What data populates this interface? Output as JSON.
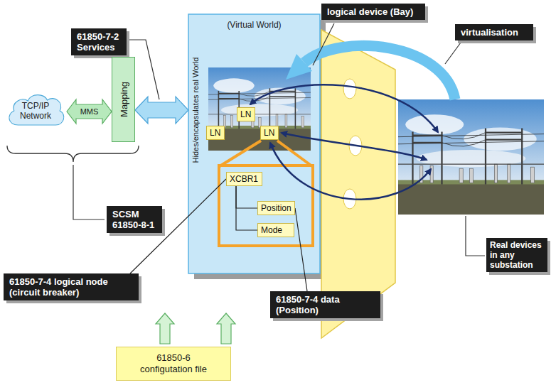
{
  "diagram": {
    "nodes": [
      {
        "text": [
          "61850-7-2 Services"
        ]
      },
      {
        "text": [
          "logical device (Bay)"
        ]
      },
      {
        "text": [
          "virtualisation"
        ]
      },
      {
        "text": [
          "TCP/IP Network"
        ]
      },
      {
        "text": [
          "Mapping"
        ]
      },
      {
        "text": [
          "(Virtual World)",
          "Hides/encapsulates real World"
        ]
      },
      {
        "text": [
          "LN"
        ],
        "in": 5
      },
      {
        "text": [
          "LN"
        ],
        "in": 5
      },
      {
        "text": [
          "LN"
        ],
        "in": 5
      },
      {
        "text": [
          "XCBR1"
        ],
        "in": 5
      },
      {
        "text": [
          "Position"
        ],
        "in": 5
      },
      {
        "text": [
          "Mode"
        ],
        "in": 5
      },
      {
        "text": [
          "SCSM 61850-8-1"
        ]
      },
      {
        "text": [
          "61850-7-4 logical node (circuit breaker)"
        ]
      },
      {
        "text": [
          "61850-7-4 data (Position)"
        ]
      },
      {
        "text": [
          "Real devices in any substation"
        ]
      },
      {
        "text": [
          "61850-6 configutation file"
        ]
      }
    ],
    "edges": [
      {
        "from": 3,
        "to": 4,
        "label": "MMS",
        "arrow": "both"
      },
      {
        "from": 4,
        "to": 5,
        "arrow": "both"
      },
      {
        "from": 9,
        "to": 10,
        "arrow": "none"
      },
      {
        "from": 9,
        "to": 11,
        "arrow": "none"
      },
      {
        "from": 13,
        "to": 9,
        "arrow": "none"
      },
      {
        "from": 14,
        "to": 10,
        "arrow": "none"
      }
    ]
  }
}
